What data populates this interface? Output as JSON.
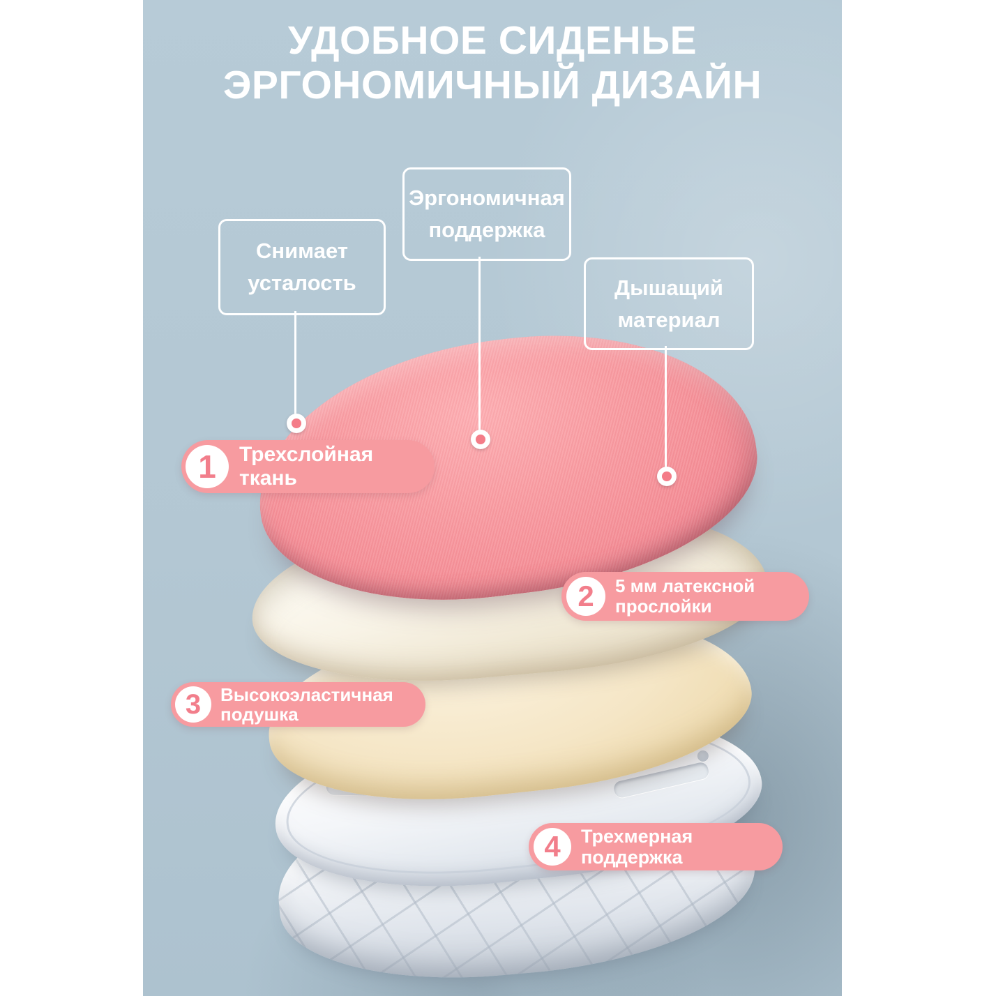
{
  "title": {
    "line1": "УДОБНОЕ СИДЕНЬЕ",
    "line2": "ЭРГОНОМИЧНЫЙ ДИЗАЙН",
    "color": "#ffffff"
  },
  "callouts": [
    {
      "line1": "Снимает",
      "line2": "усталость"
    },
    {
      "line1": "Эргономичная",
      "line2": "поддержка"
    },
    {
      "line1": "Дышащий",
      "line2": "материал"
    }
  ],
  "steps": [
    {
      "number": "1",
      "line1": "Трехслойная ткань",
      "line2": ""
    },
    {
      "number": "2",
      "line1": "5 мм латексной",
      "line2": "прослойки"
    },
    {
      "number": "3",
      "line1": "Высокоэластичная",
      "line2": "подушка"
    },
    {
      "number": "4",
      "line1": "Трехмерная",
      "line2": "поддержка"
    }
  ],
  "product_layers": [
    "ткань (розовый верхний слой)",
    "латексная прослойка (белый слой)",
    "подушка (кремовый слой)",
    "пластиковое основание (белый каркас)"
  ],
  "colors": {
    "page_margin": "#ffffff",
    "photo_background": "#b3c7d3",
    "photo_shade_dark": "#8da1ac",
    "cushion_pink": "#f58f97",
    "latex_ivory": "#f8f3e6",
    "cushion_cream": "#f5e6c6",
    "plastic_white": "#eef1f5",
    "pill_pink": "#f79ba0",
    "pill_number_pink": "#f27e8b",
    "marker_dot_pink": "#f47c88",
    "callout_border": "#ffffff",
    "text_white": "#ffffff"
  }
}
